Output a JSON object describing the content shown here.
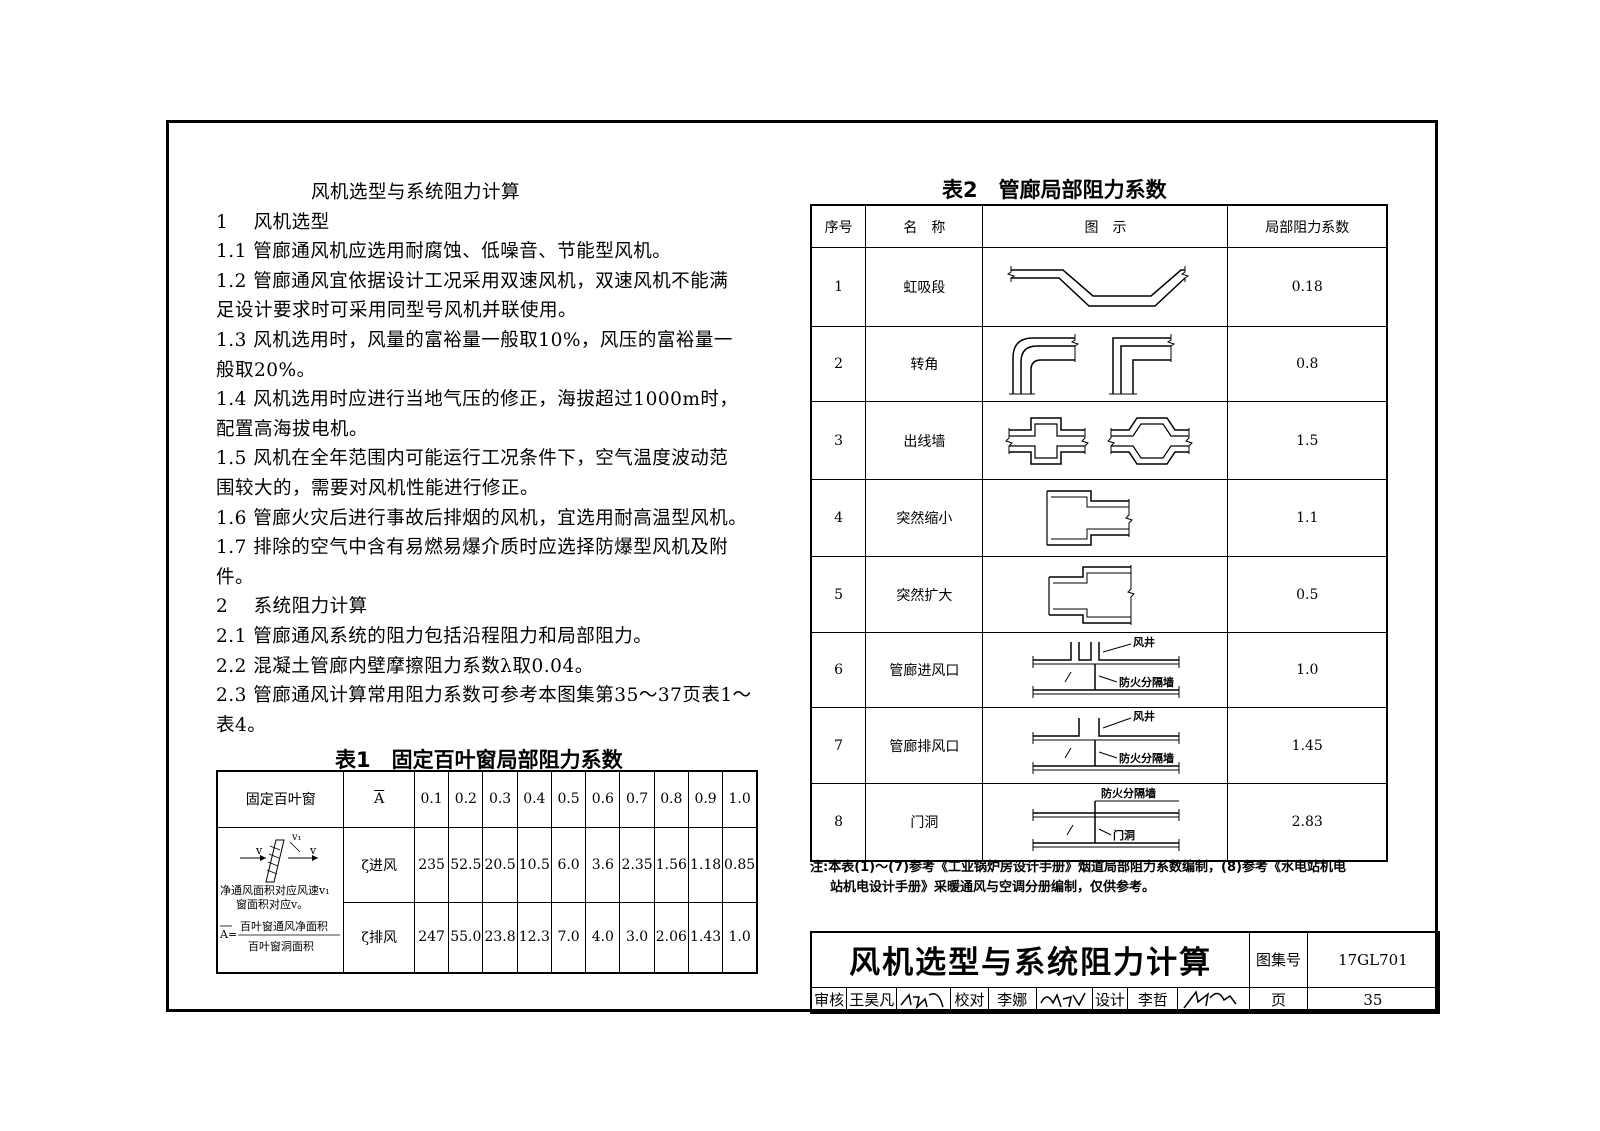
{
  "doc": {
    "heading": "风机选型与系统阻力计算",
    "lines": [
      "1　 风机选型",
      "1.1 管廊通风机应选用耐腐蚀、低噪音、节能型风机。",
      "1.2 管廊通风宜依据设计工况采用双速风机，双速风机不能满",
      "足设计要求时可采用同型号风机并联使用。",
      "1.3 风机选用时，风量的富裕量一般取10%，风压的富裕量一",
      "般取20%。",
      "1.4 风机选用时应进行当地气压的修正，海拔超过1000m时，",
      "配置高海拔电机。",
      "1.5 风机在全年范围内可能运行工况条件下，空气温度波动范",
      "围较大的，需要对风机性能进行修正。",
      "1.6 管廊火灾后进行事故后排烟的风机，宜选用耐高温型风机。",
      "1.7 排除的空气中含有易燃易爆介质时应选择防爆型风机及附",
      "件。",
      "2　 系统阻力计算",
      "2.1 管廊通风系统的阻力包括沿程阻力和局部阻力。",
      "2.2 混凝土管廊内壁摩擦阻力系数λ取0.04。",
      "2.3 管廊通风计算常用阻力系数可参考本图集第35～37页表1～",
      "表4。"
    ]
  },
  "table1": {
    "caption": "表1　固定百叶窗局部阻力系数",
    "header_label": "固定百叶窗",
    "a_symbol": "A",
    "a_values": [
      "0.1",
      "0.2",
      "0.3",
      "0.4",
      "0.5",
      "0.6",
      "0.7",
      "0.8",
      "0.9",
      "1.0"
    ],
    "row1_symbol": "ζ进风",
    "row1_values": [
      "235",
      "52.5",
      "20.5",
      "10.5",
      "6.0",
      "3.6",
      "2.35",
      "1.56",
      "1.18",
      "0.85"
    ],
    "row2_symbol": "ζ排风",
    "row2_values": [
      "247",
      "55.0",
      "23.8",
      "12.3",
      "7.0",
      "4.0",
      "3.0",
      "2.06",
      "1.43",
      "1.0"
    ],
    "diagram_v": "v",
    "diagram_v1": "v₁",
    "diagram_note1": "净通风面积对应风速v₁",
    "diagram_note2": "窗面积对应v。",
    "formula_lhs": "A=",
    "formula_num": "百叶窗通风净面积",
    "formula_den": "百叶窗洞面积"
  },
  "table2": {
    "caption": "表2　管廊局部阻力系数",
    "headers": [
      "序号",
      "名　称",
      "图　示",
      "局部阻力系数"
    ],
    "rows": [
      {
        "no": "1",
        "name": "虹吸段",
        "coef": "0.18"
      },
      {
        "no": "2",
        "name": "转角",
        "coef": "0.8"
      },
      {
        "no": "3",
        "name": "出线墙",
        "coef": "1.5"
      },
      {
        "no": "4",
        "name": "突然缩小",
        "coef": "1.1"
      },
      {
        "no": "5",
        "name": "突然扩大",
        "coef": "0.5"
      },
      {
        "no": "6",
        "name": "管廊进风口",
        "coef": "1.0"
      },
      {
        "no": "7",
        "name": "管廊排风口",
        "coef": "1.45"
      },
      {
        "no": "8",
        "name": "门洞",
        "coef": "2.83"
      }
    ],
    "label_shaft": "风井",
    "label_firewall": "防火分隔墙",
    "label_door": "门洞"
  },
  "note": {
    "line1": "注:本表(1)～(7)参考《工业锅炉房设计手册》烟道局部阻力系数编制，(8)参考《水电站机电",
    "line2": "站机电设计手册》采暖通风与空调分册编制，仅供参考。"
  },
  "titleblock": {
    "title": "风机选型与系统阻力计算",
    "atlas_label": "图集号",
    "atlas_no": "17GL701",
    "review_label": "审核",
    "review_name": "王昊凡",
    "check_label": "校对",
    "check_name": "李娜",
    "design_label": "设计",
    "design_name": "李哲",
    "page_label": "页",
    "page_no": "35"
  }
}
